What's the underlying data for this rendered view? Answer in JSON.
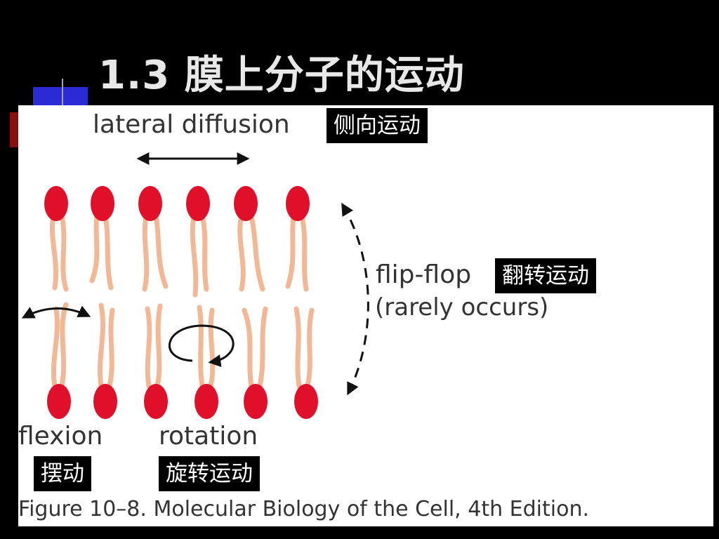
{
  "slide": {
    "title": "1.3 膜上分子的运动"
  },
  "labels": {
    "lateral_diffusion": "lateral diffusion",
    "lateral_diffusion_cn": "侧向运动",
    "flip_flop": "flip-flop",
    "flip_flop_cn": "翻转运动",
    "flip_flop_note": "(rarely occurs)",
    "flexion": "flexion",
    "flexion_cn": "摆动",
    "rotation": "rotation",
    "rotation_cn": "旋转运动"
  },
  "figure": {
    "caption": "Figure 10–8. Molecular Biology of the Cell, 4th Edition."
  },
  "colors": {
    "head": "#e0102a",
    "tail": "#f2b896",
    "arrow": "#111111",
    "badge_bg": "#000000",
    "deco_blue": "#2b2bd6",
    "deco_red": "#8a1010"
  }
}
